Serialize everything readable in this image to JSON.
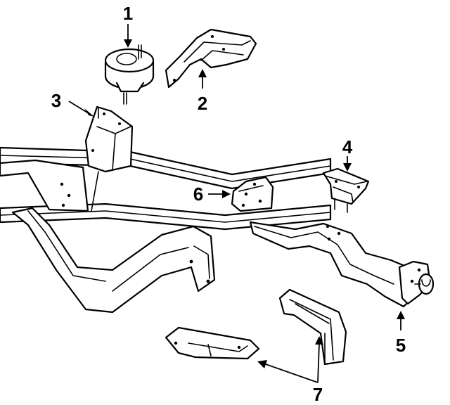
{
  "callouts": {
    "c1": "1",
    "c2": "2",
    "c3": "3",
    "c4": "4",
    "c5": "5",
    "c6": "6",
    "c7": "7"
  },
  "colors": {
    "line": "#000000",
    "background": "#ffffff"
  }
}
